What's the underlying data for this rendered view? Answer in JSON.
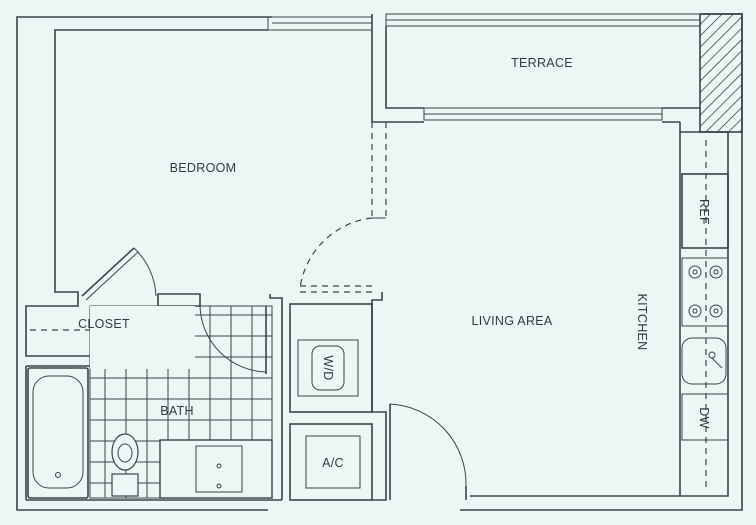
{
  "rooms": {
    "terrace": "TERRACE",
    "bedroom": "BEDROOM",
    "closet": "CLOSET",
    "living_area": "LIVING AREA",
    "kitchen": "KITCHEN",
    "bath": "BATH",
    "washer_dryer": "W/D",
    "ac": "A/C",
    "refrigerator": "REF",
    "dishwasher": "DW"
  },
  "colors": {
    "background": "#eef6f5",
    "walls": "#3a4348",
    "text": "#2f3b40"
  }
}
